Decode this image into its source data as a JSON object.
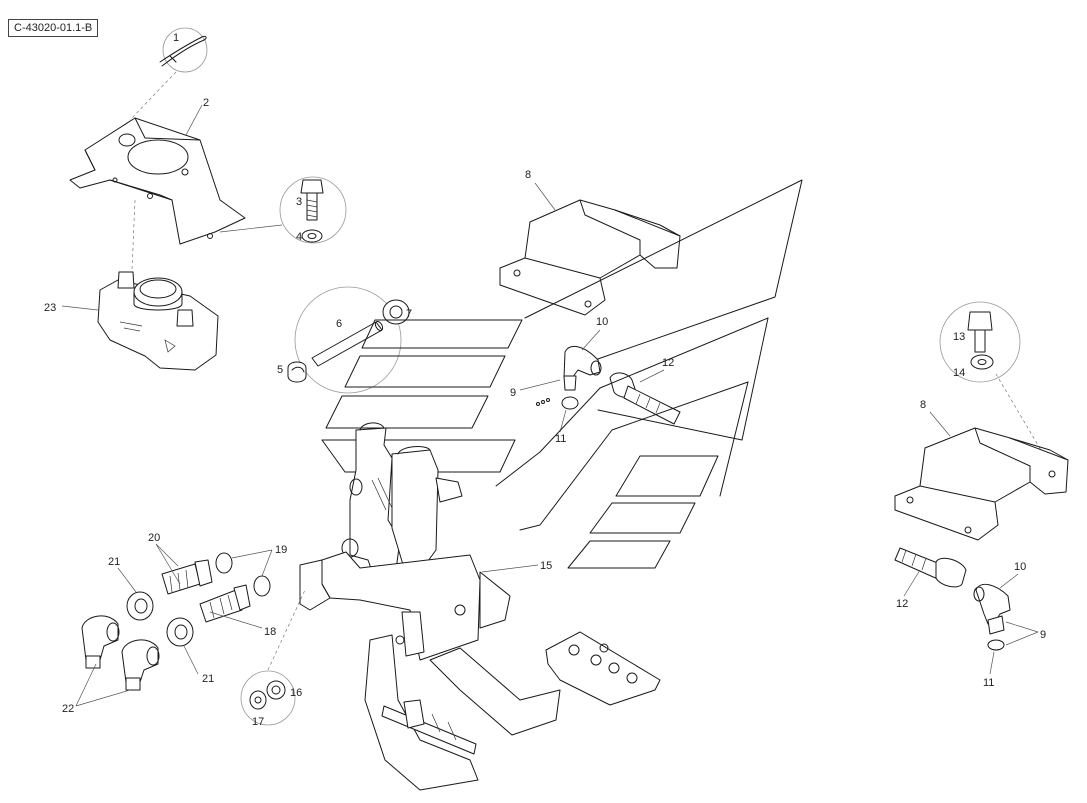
{
  "drawing_id": "C-43020-01.1-B",
  "callouts": {
    "c1": "1",
    "c2": "2",
    "c3": "3",
    "c4": "4",
    "c5": "5",
    "c6": "6",
    "c7": "7",
    "c8a": "8",
    "c8b": "8",
    "c9a": "9",
    "c9b": "9",
    "c10a": "10",
    "c10b": "10",
    "c11a": "11",
    "c11b": "11",
    "c12a": "12",
    "c12b": "12",
    "c13": "13",
    "c14": "14",
    "c15": "15",
    "c16": "16",
    "c17": "17",
    "c18": "18",
    "c19": "19",
    "c20": "20",
    "c21a": "21",
    "c21b": "21",
    "c22": "22",
    "c23": "23"
  }
}
